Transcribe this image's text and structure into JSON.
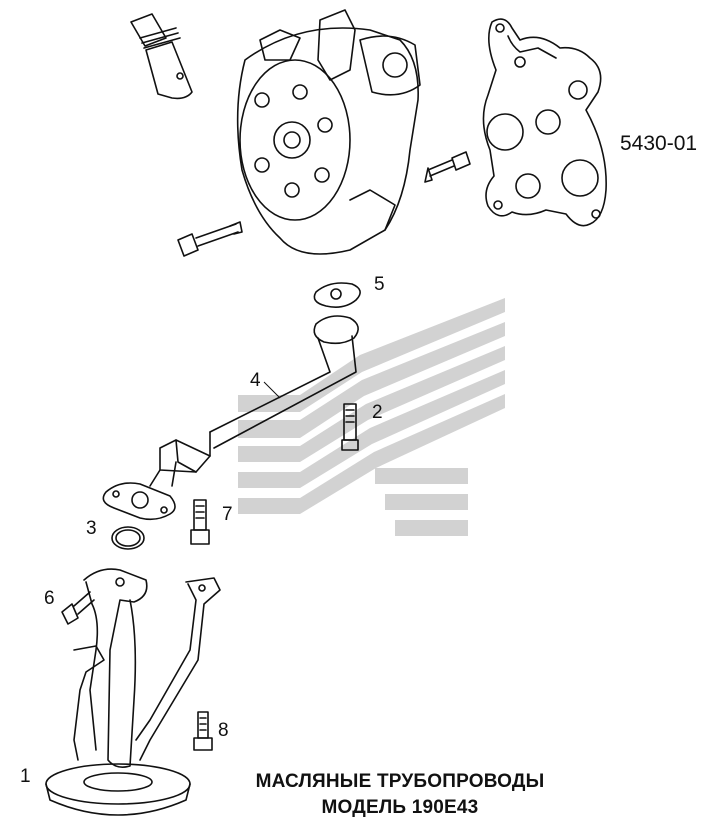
{
  "drawing_code": "5430-01",
  "callouts": {
    "c1": "1",
    "c2": "2",
    "c3": "3",
    "c4": "4",
    "c5": "5",
    "c6": "6",
    "c7": "7",
    "c8": "8"
  },
  "caption": {
    "line1": "МАСЛЯНЫЕ ТРУБОПРОВОДЫ",
    "line2": "МОДЕЛЬ 190Е43"
  }
}
